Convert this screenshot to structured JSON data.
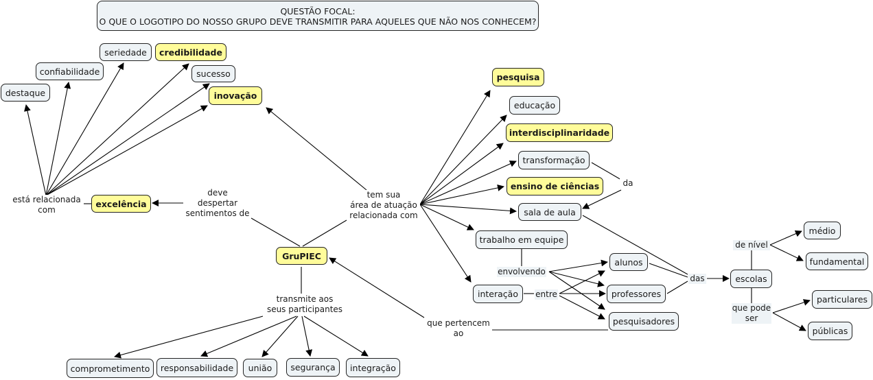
{
  "focal_question": {
    "line1": "QUESTÃO FOCAL:",
    "line2": "O QUE O LOGOTIPO DO NOSSO GRUPO DEVE TRANSMITIR PARA AQUELES QUE NÃO NOS CONHECEM?"
  },
  "concepts": {
    "destaque": "destaque",
    "confiabilidade": "confiabilidade",
    "seriedade": "seriedade",
    "credibilidade": "credibilidade",
    "sucesso": "sucesso",
    "inovacao": "inovação",
    "excelencia": "excelência",
    "grupiec": "GruPIEC",
    "pesquisa": "pesquisa",
    "educacao": "educação",
    "interdisciplinaridade": "interdisciplinaridade",
    "transformacao": "transformação",
    "ensino_ciencias": "ensino de ciências",
    "sala_aula": "sala de aula",
    "trabalho_equipe": "trabalho em equipe",
    "interacao": "interação",
    "alunos": "alunos",
    "professores": "professores",
    "pesquisadores": "pesquisadores",
    "escolas": "escolas",
    "medio": "médio",
    "fundamental": "fundamental",
    "particulares": "particulares",
    "publicas": "públicas",
    "comprometimento": "comprometimento",
    "responsabilidade": "responsabilidade",
    "uniao": "união",
    "seguranca": "segurança",
    "integracao": "integração"
  },
  "linking_phrases": {
    "esta_relacionada": [
      "está relacionada",
      "com"
    ],
    "deve_despertar": [
      "deve",
      "despertar",
      "sentimentos de"
    ],
    "tem_sua_area": [
      "tem sua",
      "área de atuação",
      "relacionada com"
    ],
    "transmite": [
      "transmite aos",
      "seus participantes"
    ],
    "que_pertencem": [
      "que pertencem",
      "ao"
    ],
    "envolvendo": [
      "envolvendo"
    ],
    "entre": [
      "entre"
    ],
    "da": [
      "da"
    ],
    "das": [
      "das"
    ],
    "de_nivel": [
      "de nível"
    ],
    "que_pode_ser": [
      "que pode",
      "ser"
    ]
  },
  "highlight_color": "#fffc9a",
  "concept_color": "#eef3f6"
}
